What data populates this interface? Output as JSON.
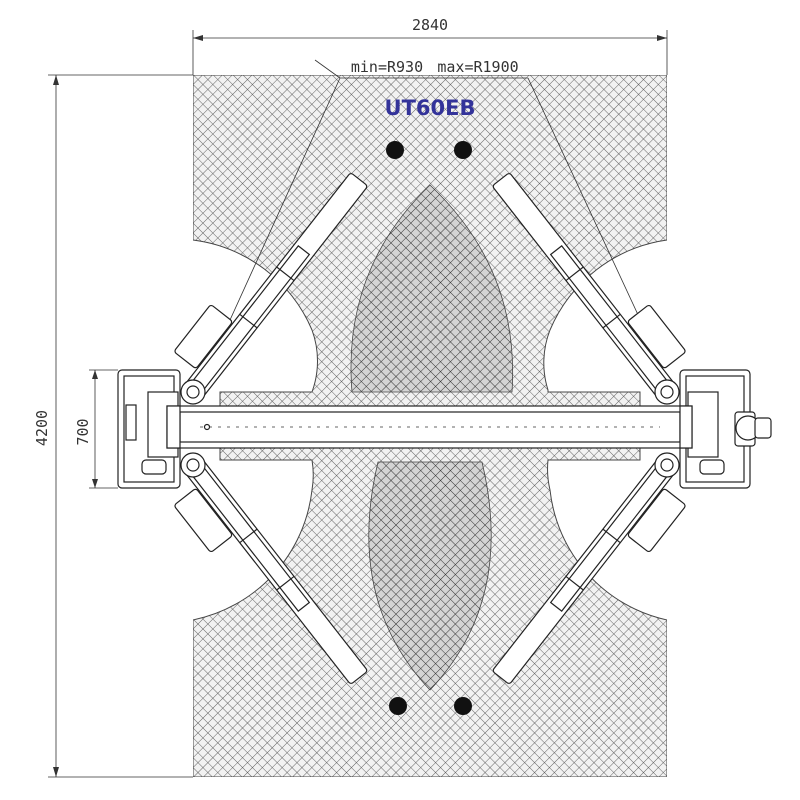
{
  "drawing": {
    "model": "UT60EB",
    "model_color": "#33339a",
    "hatch_color": "#555555",
    "line_color": "#222222"
  },
  "dimensions": {
    "overall_width": "2840",
    "overall_length": "4200",
    "column_depth": "700",
    "arm_radius_min": "min=R930",
    "arm_radius_max": "max=R1900"
  }
}
